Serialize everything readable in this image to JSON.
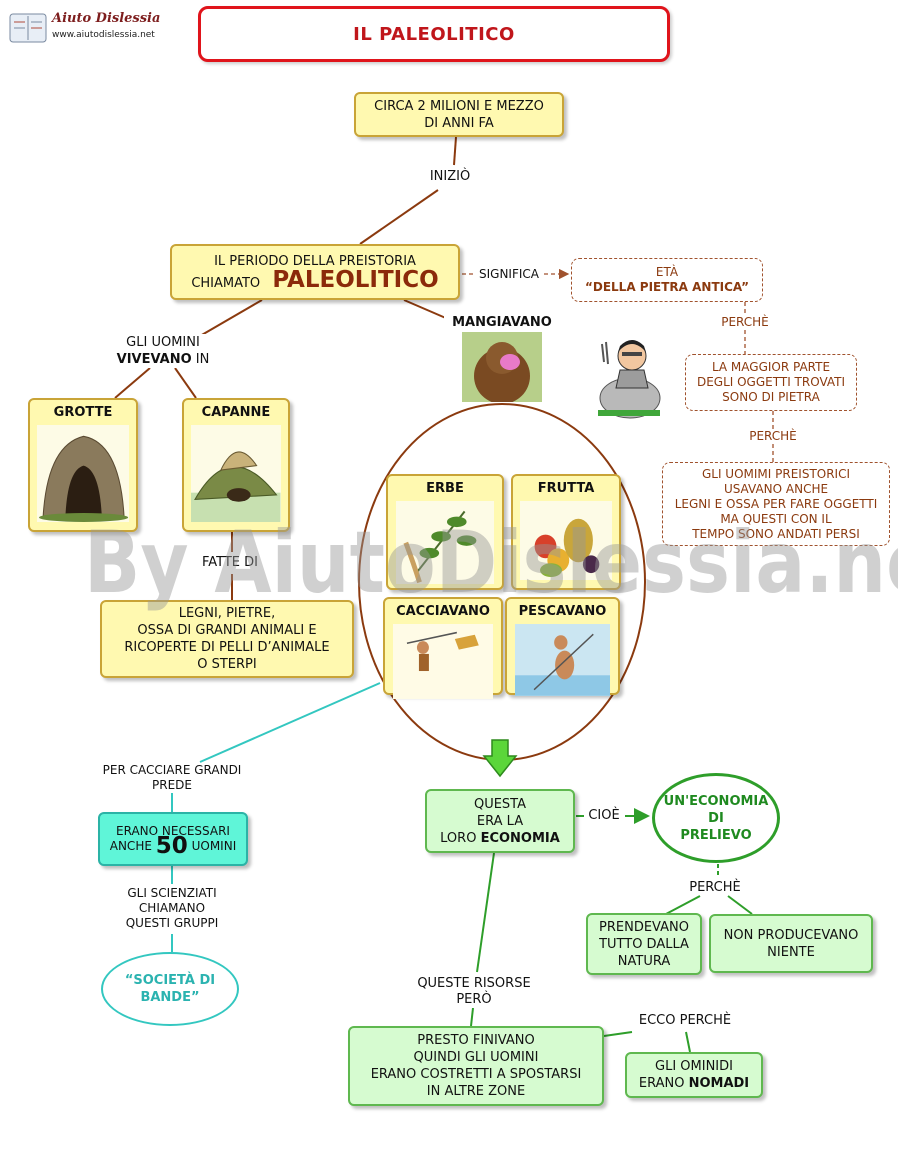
{
  "logo": {
    "brand": "Aiuto Dislessia",
    "url": "www.aiutodislessia.net"
  },
  "title": "IL PALEOLITICO",
  "start": {
    "line1": "CIRCA 2 MILIONI E MEZZO",
    "line2": "DI ANNI FA"
  },
  "link_inizio": "INIZIÒ",
  "period": {
    "line1": "IL PERIODO DELLA PREISTORIA",
    "prefix": "CHIAMATO",
    "big": "PALEOLITICO"
  },
  "link_significa": "SIGNIFICA",
  "meaning": {
    "line1": "ETÀ",
    "line2": "“DELLA PIETRA ANTICA”"
  },
  "link_perche1": "PERCHÈ",
  "reason1": [
    "LA MAGGIOR PARTE",
    "DEGLI OGGETTI TROVATI",
    "SONO DI PIETRA"
  ],
  "link_perche2": "PERCHÈ",
  "reason2": [
    "GLI UOMIMI PREISTORICI",
    "USAVANO ANCHE",
    "LEGNI E OSSA PER FARE OGGETTI",
    "MA QUESTI CON IL",
    "TEMPO SONO ANDATI PERSI"
  ],
  "link_vivevano": {
    "line1": "GLI UOMINI",
    "bold": "VIVEVANO",
    "rest": " IN"
  },
  "grotte": "GROTTE",
  "capanne": "CAPANNE",
  "link_fatte": "FATTE DI",
  "materials": [
    "LEGNI, PIETRE,",
    "OSSA DI GRANDI ANIMALI E",
    "RICOPERTE DI PELLI D’ANIMALE",
    "O STERPI"
  ],
  "link_mangiavano": "MANGIAVANO",
  "foods": {
    "erbe": "ERBE",
    "frutta": "FRUTTA",
    "cacciavano": "CACCIAVANO",
    "pescavano": "PESCAVANO"
  },
  "economy": {
    "line1": "QUESTA",
    "line2": "ERA LA",
    "prefix": "LORO",
    "bold": "ECONOMIA"
  },
  "link_cioe": "CIOÈ",
  "prelievo": [
    "UN'ECONOMIA",
    "DI",
    "PRELIEVO"
  ],
  "link_perche3": "PERCHÈ",
  "nature": [
    "PRENDEVANO",
    "TUTTO DALLA",
    "NATURA"
  ],
  "noproduce": [
    "NON PRODUCEVANO",
    "NIENTE"
  ],
  "link_prede": [
    "PER CACCIARE GRANDI",
    "PREDE"
  ],
  "men50": {
    "line1": "ERANO NECESSARI",
    "prefix": "ANCHE",
    "number": "50",
    "suffix": "UOMINI"
  },
  "link_scienziati": [
    "GLI SCIENZIATI",
    "CHIAMANO",
    "QUESTI GRUPPI"
  ],
  "bande": [
    "“SOCIETÀ DI",
    "BANDE”"
  ],
  "link_risorse": [
    "QUESTE RISORSE",
    "PERÒ"
  ],
  "finivano": [
    "PRESTO FINIVANO",
    "QUINDI GLI UOMINI",
    "ERANO COSTRETTI A SPOSTARSI",
    "IN ALTRE ZONE"
  ],
  "link_ecco": "ECCO PERCHÈ",
  "nomadi": {
    "line1": "GLI OMINIDI",
    "prefix": "ERANO",
    "bold": "NOMADI"
  },
  "watermark": "By AiutoDislessia.net",
  "colors": {
    "title_border": "#e0141b",
    "yellow_fill": "#fff9b0",
    "green_fill": "#d6fbd0",
    "cyan_fill": "#5ff5d8",
    "brown": "#8b3a0f",
    "cyan_line": "#33c7c0"
  }
}
